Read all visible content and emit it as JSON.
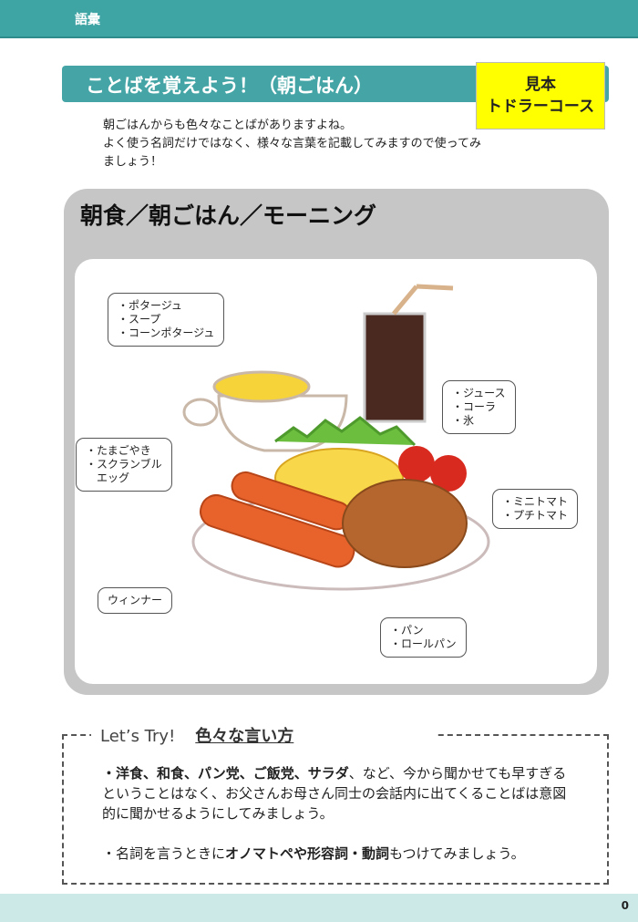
{
  "header": {
    "section": "語彙"
  },
  "title": "ことばを覚えよう！（朝ごはん）",
  "badge": {
    "line1": "見本",
    "line2": "トドラーコース"
  },
  "intro": [
    "朝ごはんからも色々なことばがありますよね。",
    "よく使う名詞だけではなく、様々な言葉を記載してみますので使ってみ",
    "ましょう！"
  ],
  "panel_title": "朝食／朝ごはん／モーニング",
  "callouts": {
    "soup": [
      "・ポタージュ",
      "・スープ",
      "・コーンポタージュ"
    ],
    "drink": [
      "・ジュース",
      "・コーラ",
      "・氷"
    ],
    "egg": [
      "・たまごやき",
      "・スクランブル",
      "　エッグ"
    ],
    "tomato": [
      "・ミニトマト",
      "・プチトマト"
    ],
    "sausage": [
      "ウィンナー"
    ],
    "bread": [
      "・パン",
      "・ロールパン"
    ]
  },
  "lets_try": {
    "label": "Let’s Try!",
    "heading": "色々な言い方",
    "p1_bold": "・洋食、和食、パン党、ご飯党、サラダ",
    "p1_rest": "、など、今から聞かせても早すぎるということはなく、お父さんお母さん同士の会話内に出てくることばは意図的に聞かせるようにしてみましょう。",
    "p2_a": "・名詞を言うときに",
    "p2_bold1": "オノマトペや形容詞",
    "p2_mid": "・",
    "p2_bold2": "動詞",
    "p2_rest": "もつけてみましょう。"
  },
  "page_number": "0"
}
